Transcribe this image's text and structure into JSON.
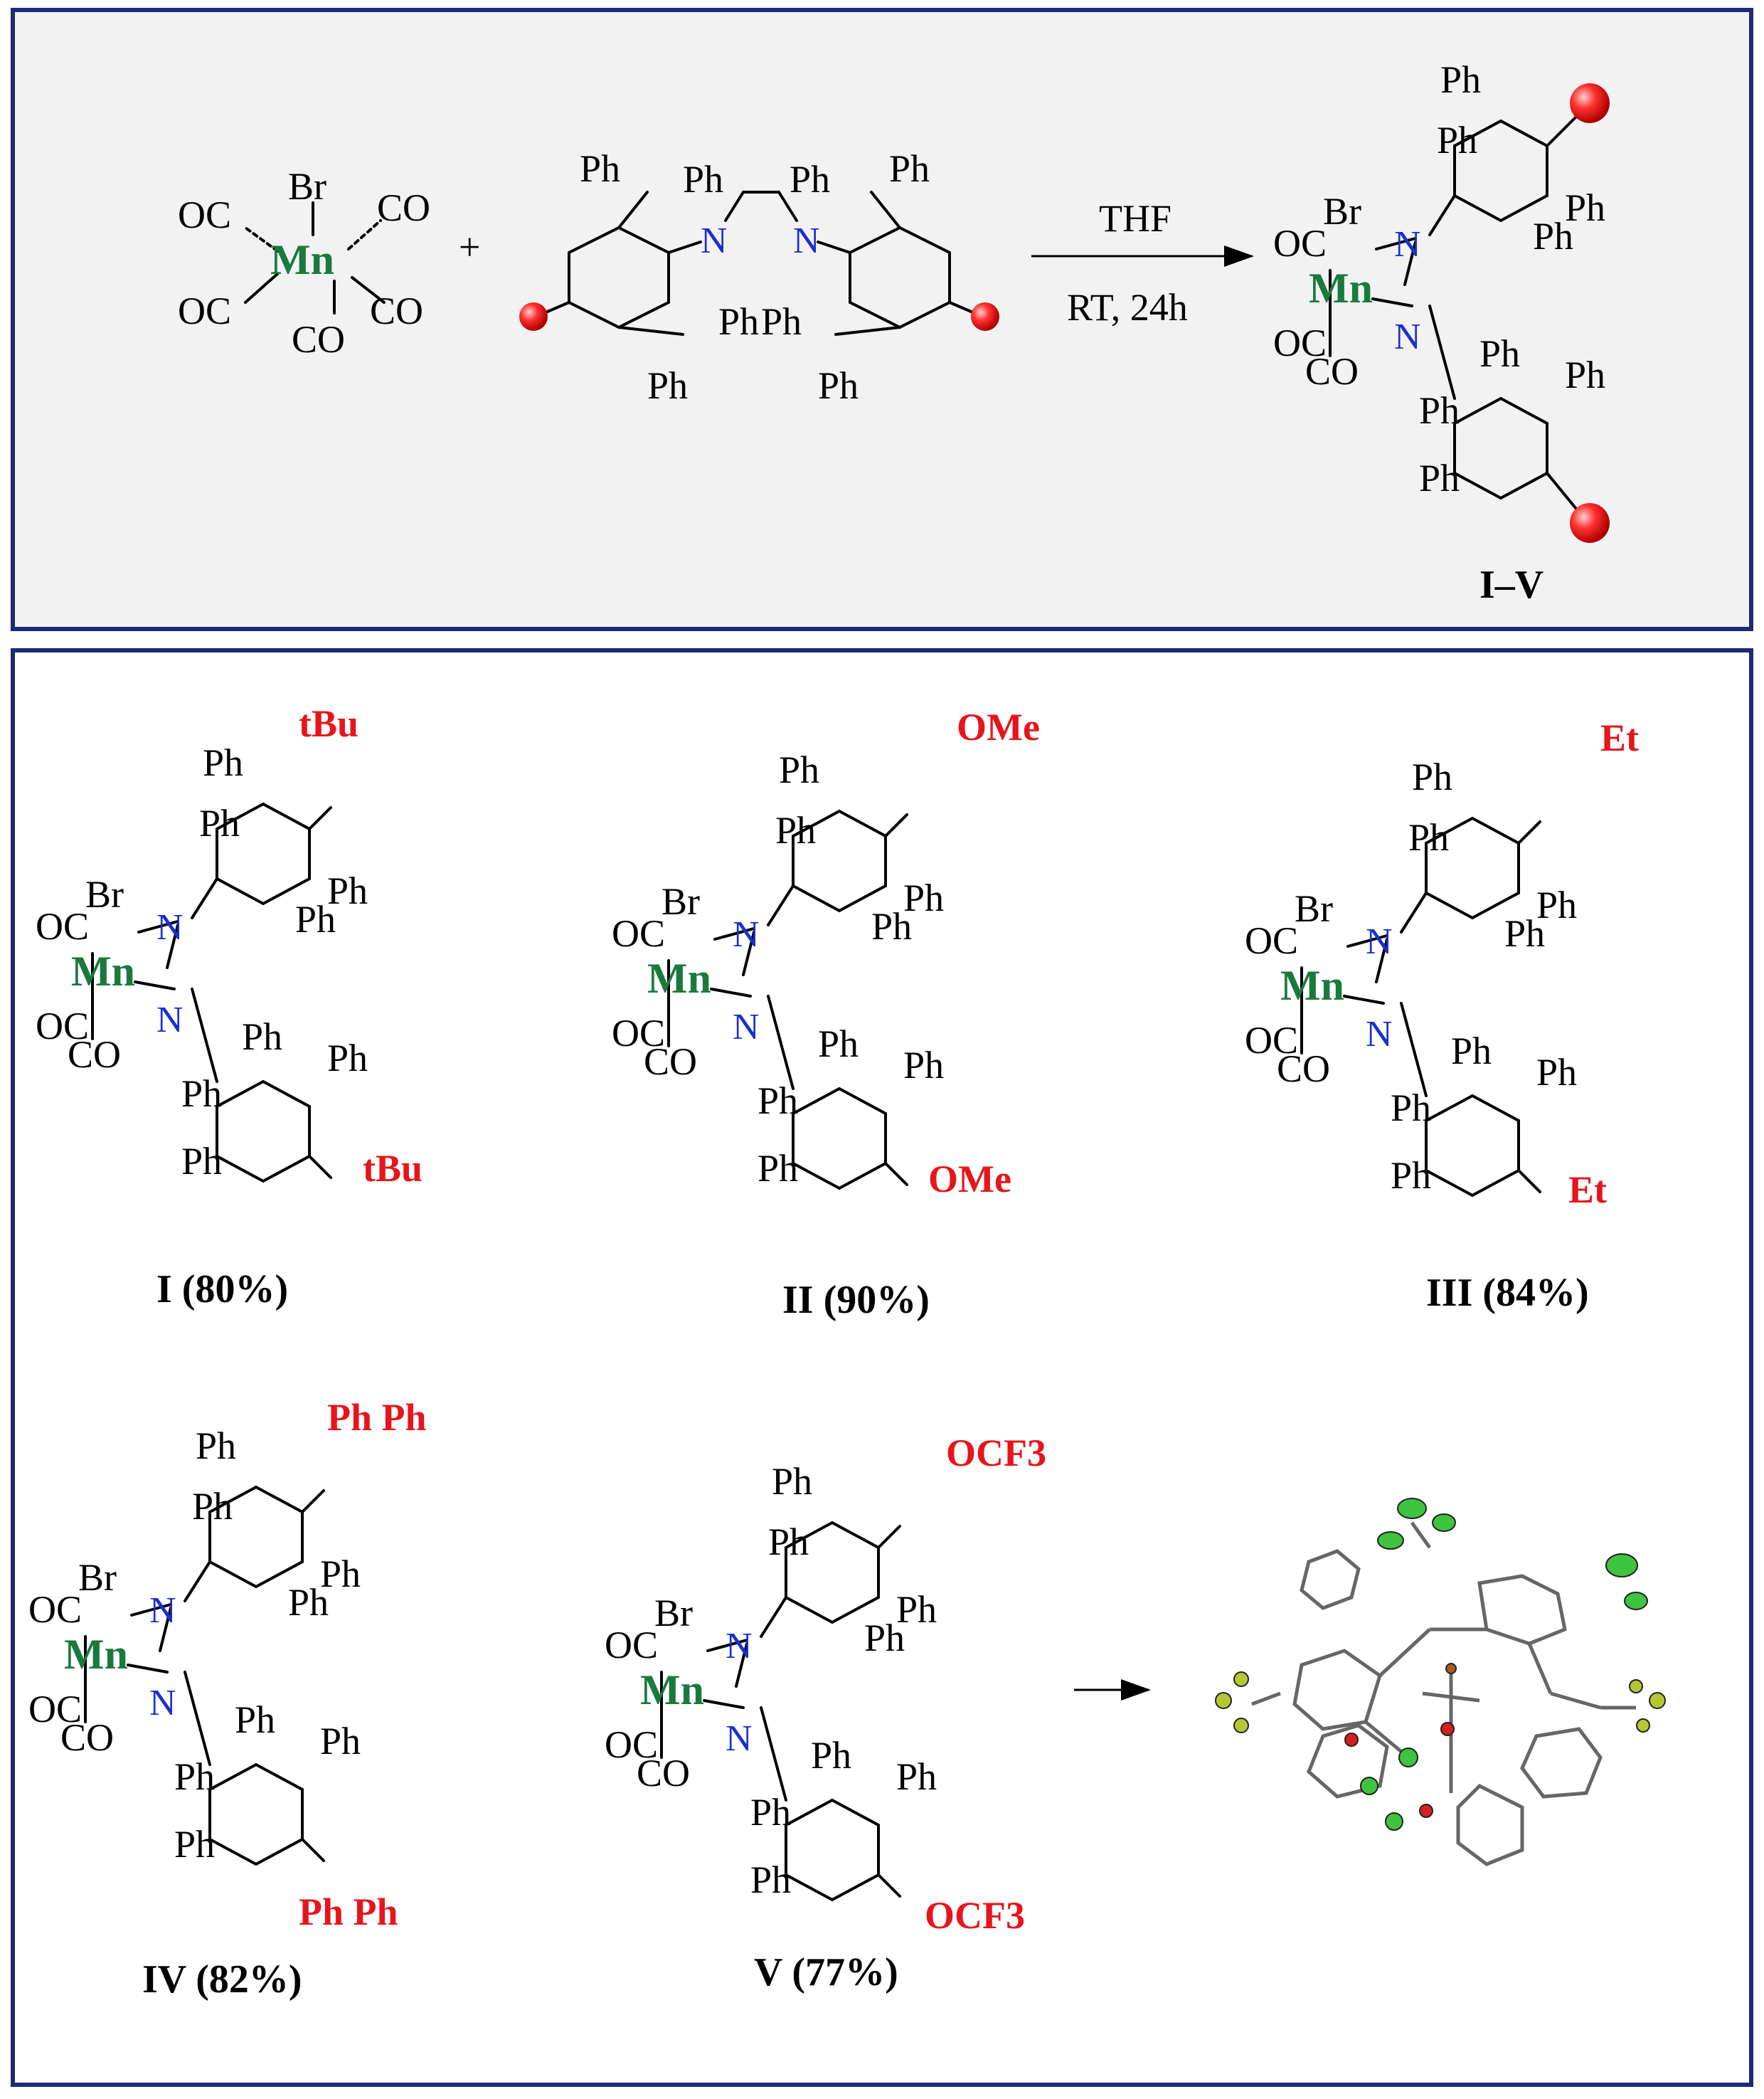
{
  "colors": {
    "frame": "#1c2a78",
    "top_panel_bg": "#f2f2f2",
    "manganese": "#1a7a3e",
    "nitrogen": "#1a2fcf",
    "substituent": "#e8141b"
  },
  "reaction": {
    "reagent": {
      "metal": "Mn",
      "halide": "Br",
      "ligands": [
        "OC",
        "CO",
        "OC",
        "CO",
        "CO"
      ]
    },
    "plus": "+",
    "ligand": {
      "phenyl": "Ph",
      "nitrogen": "N"
    },
    "conditions": {
      "solvent": "THF",
      "temperature_time": "RT,  24h"
    },
    "product_label": "I–V"
  },
  "complex_atoms": {
    "metal": "Mn",
    "halide": "Br",
    "carbonyl_left": "OC",
    "carbonyl_bottom": "CO",
    "nitrogen": "N",
    "phenyl": "Ph"
  },
  "compounds": [
    {
      "label": "I (80%)",
      "substituent_top": "tBu",
      "substituent_bottom": "tBu"
    },
    {
      "label": "II (90%)",
      "substituent_top": "OMe",
      "substituent_bottom": "OMe"
    },
    {
      "label": "III (84%)",
      "substituent_top": "Et",
      "substituent_bottom": "Et"
    },
    {
      "label": "IV (82%)",
      "substituent_top": "Ph Ph",
      "substituent_bottom": "Ph Ph"
    },
    {
      "label": "V (77%)",
      "substituent_top": "OCF3",
      "substituent_bottom": "OCF3"
    }
  ],
  "icons": [
    "substituent-sphere-icon",
    "reaction-arrow-icon",
    "crystal-structure-icon"
  ]
}
